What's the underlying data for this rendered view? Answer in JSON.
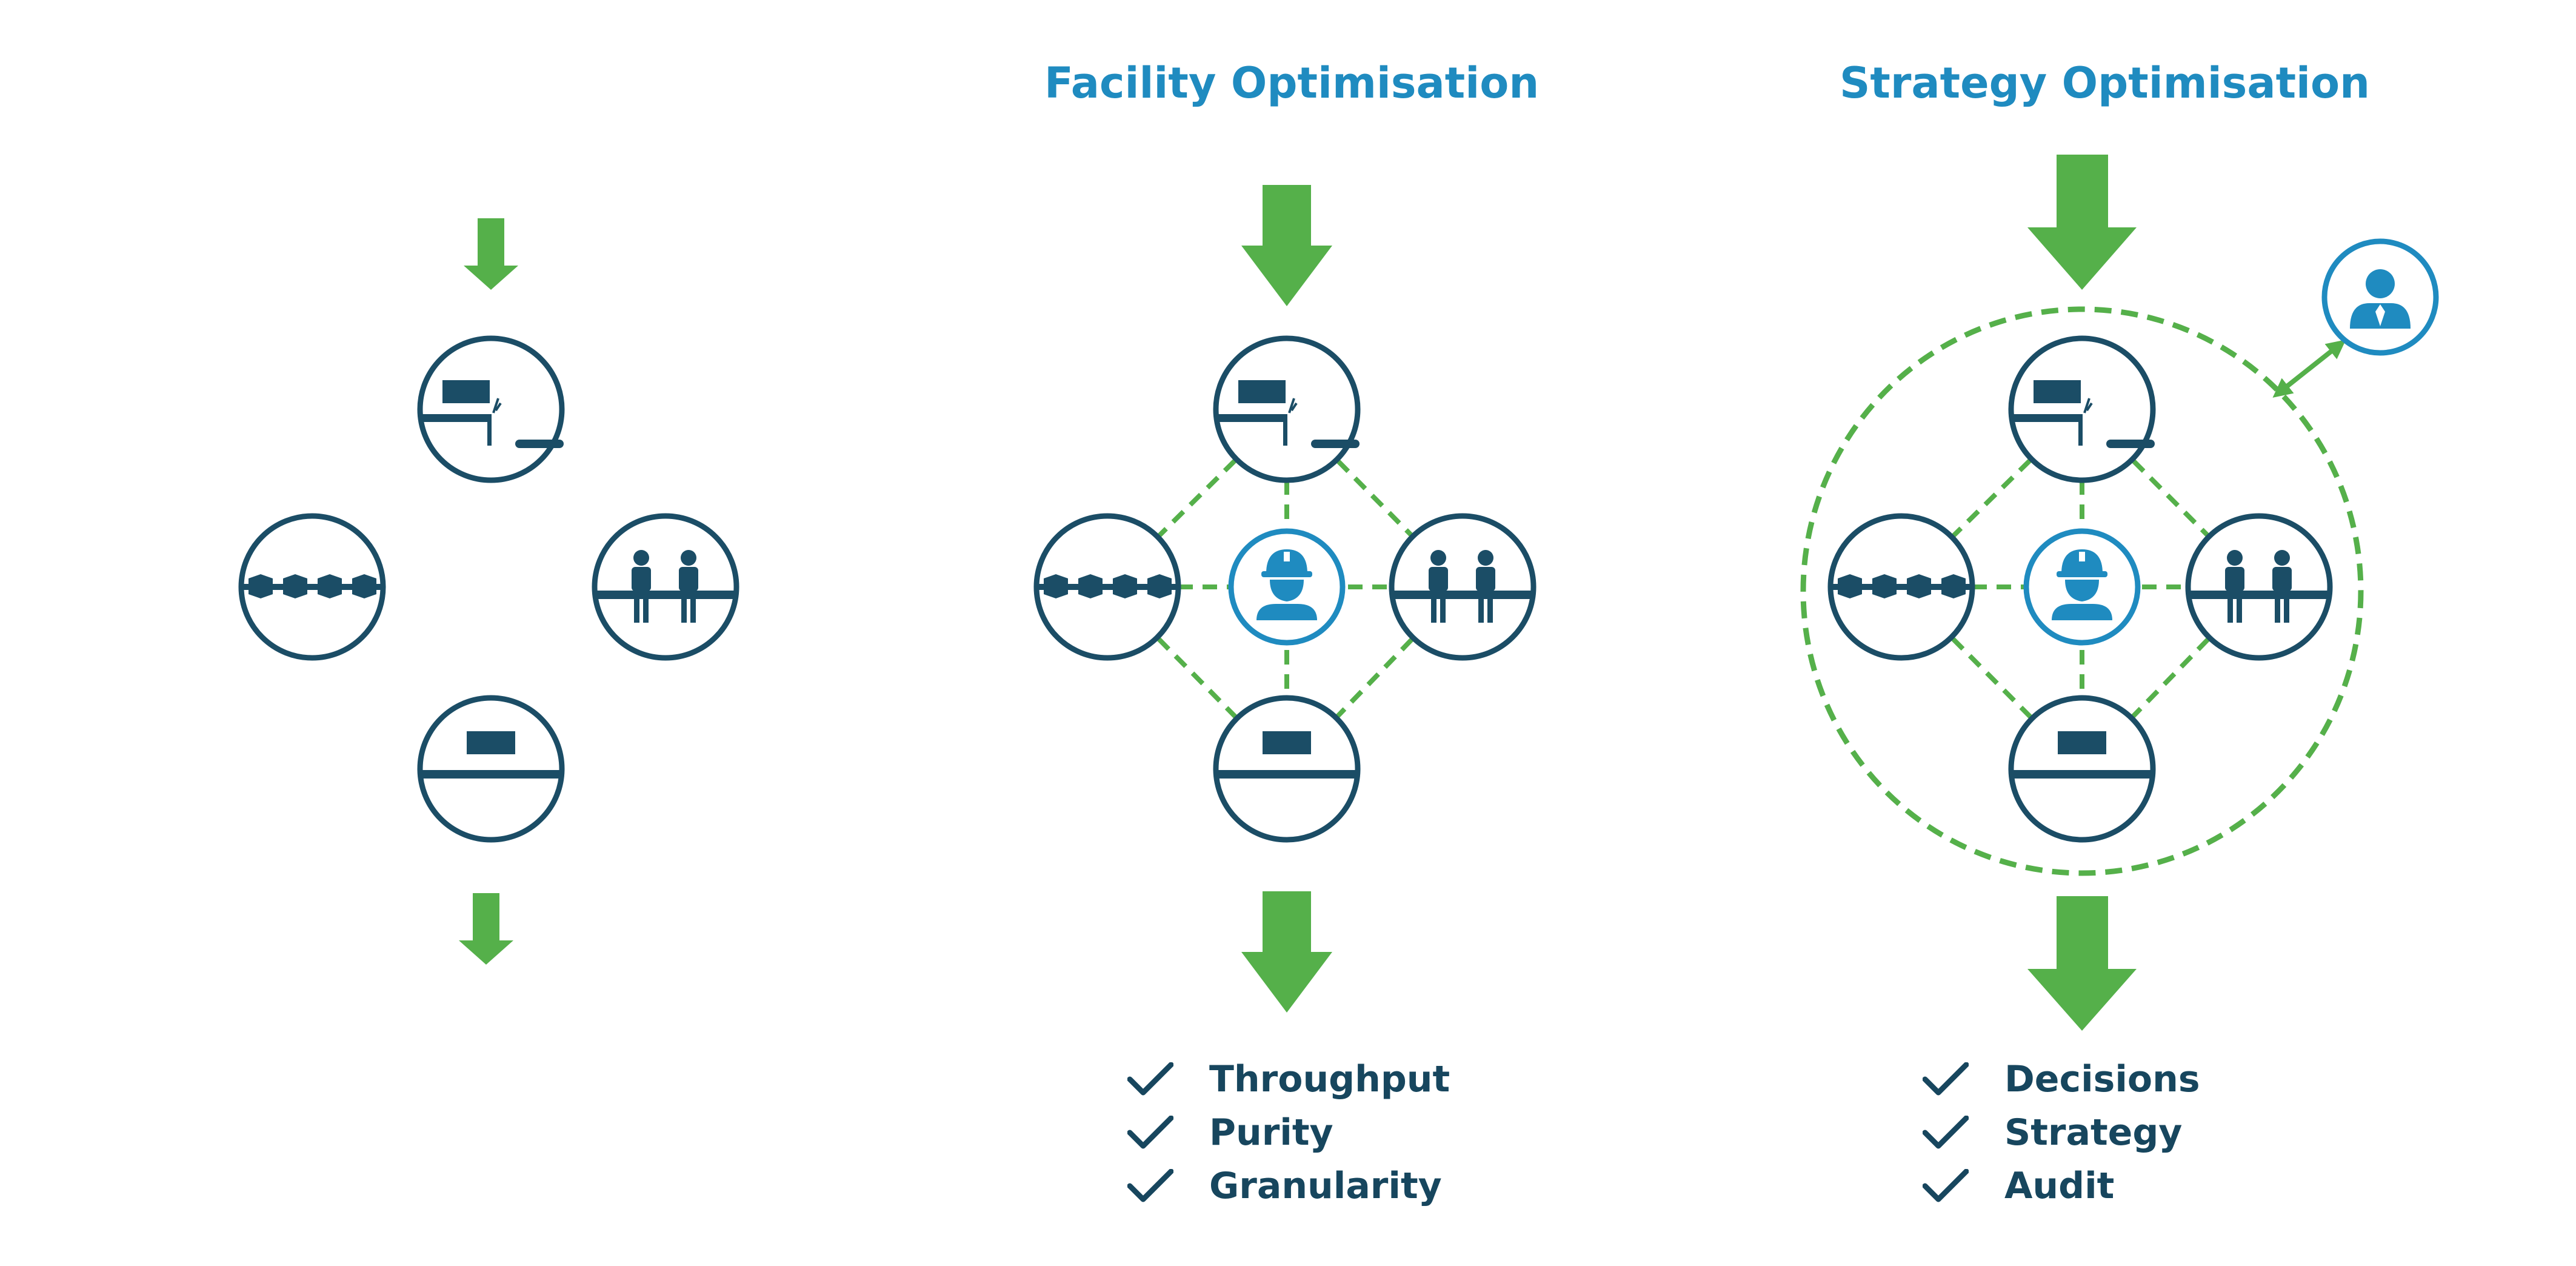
{
  "panels": [
    {
      "title": "",
      "checklist": []
    },
    {
      "title": "Facility Optimisation",
      "checklist": [
        "Throughput",
        "Purity",
        "Granularity"
      ]
    },
    {
      "title": "Strategy Optimisation",
      "checklist": [
        "Decisions",
        "Strategy",
        "Audit"
      ]
    }
  ],
  "colors": {
    "green": "#55b04a",
    "navy": "#1b4d66",
    "blue": "#1f8bc0",
    "text": "#17465e"
  },
  "icons": {
    "top_station": "filling-station-icon",
    "left_station": "conveyor-icon",
    "right_station": "workers-icon",
    "bottom_station": "output-station-icon",
    "operator": "operator-hardhat-icon",
    "manager": "manager-icon",
    "check": "check-icon"
  }
}
